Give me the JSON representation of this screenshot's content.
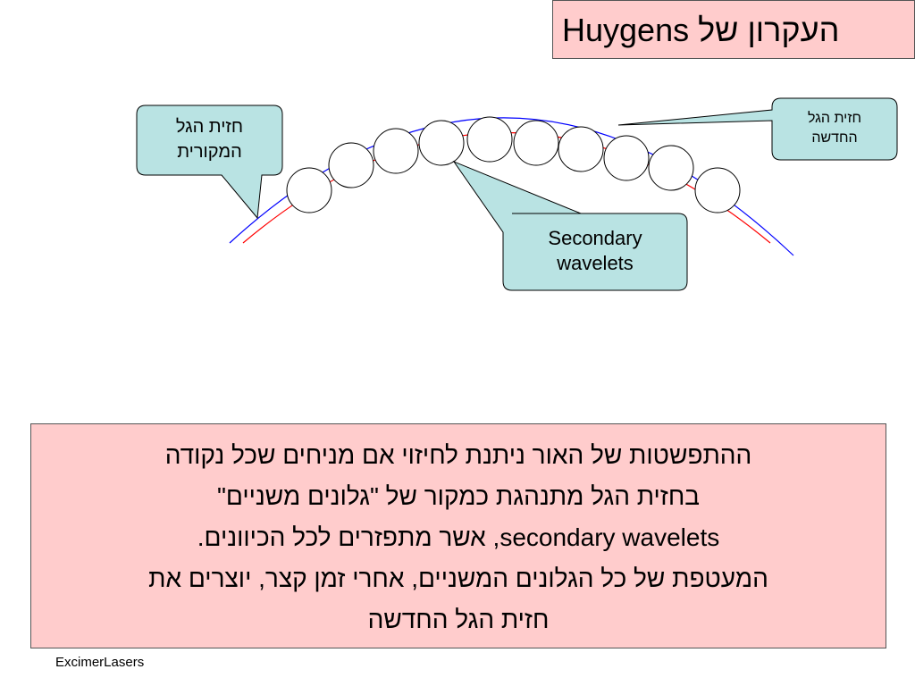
{
  "title": "העקרון של  Huygens",
  "callouts": {
    "original_wavefront": [
      "חזית הגל",
      "המקורית"
    ],
    "new_wavefront": [
      "חזית הגל",
      "החדשה"
    ],
    "secondary_wavelets": [
      "Secondary",
      "wavelets"
    ]
  },
  "description": [
    "ההתפשטות של האור ניתנת לחיזוי אם מניחים שכל נקודה",
    "בחזית הגל מתנהגת כמקור של \"גלונים משניים\"",
    "secondary wavelets, אשר מתפזרים לכל הכיוונים.",
    "המעטפת של כל הגלונים המשניים, אחרי זמן קצר, יוצרים את",
    "חזית הגל החדשה"
  ],
  "footer": "ExcimerLasers",
  "colors": {
    "box_fill": "#ffcccc",
    "callout_fill": "#b9e3e3",
    "original_arc": "#ff0000",
    "new_arc": "#0000ff"
  }
}
